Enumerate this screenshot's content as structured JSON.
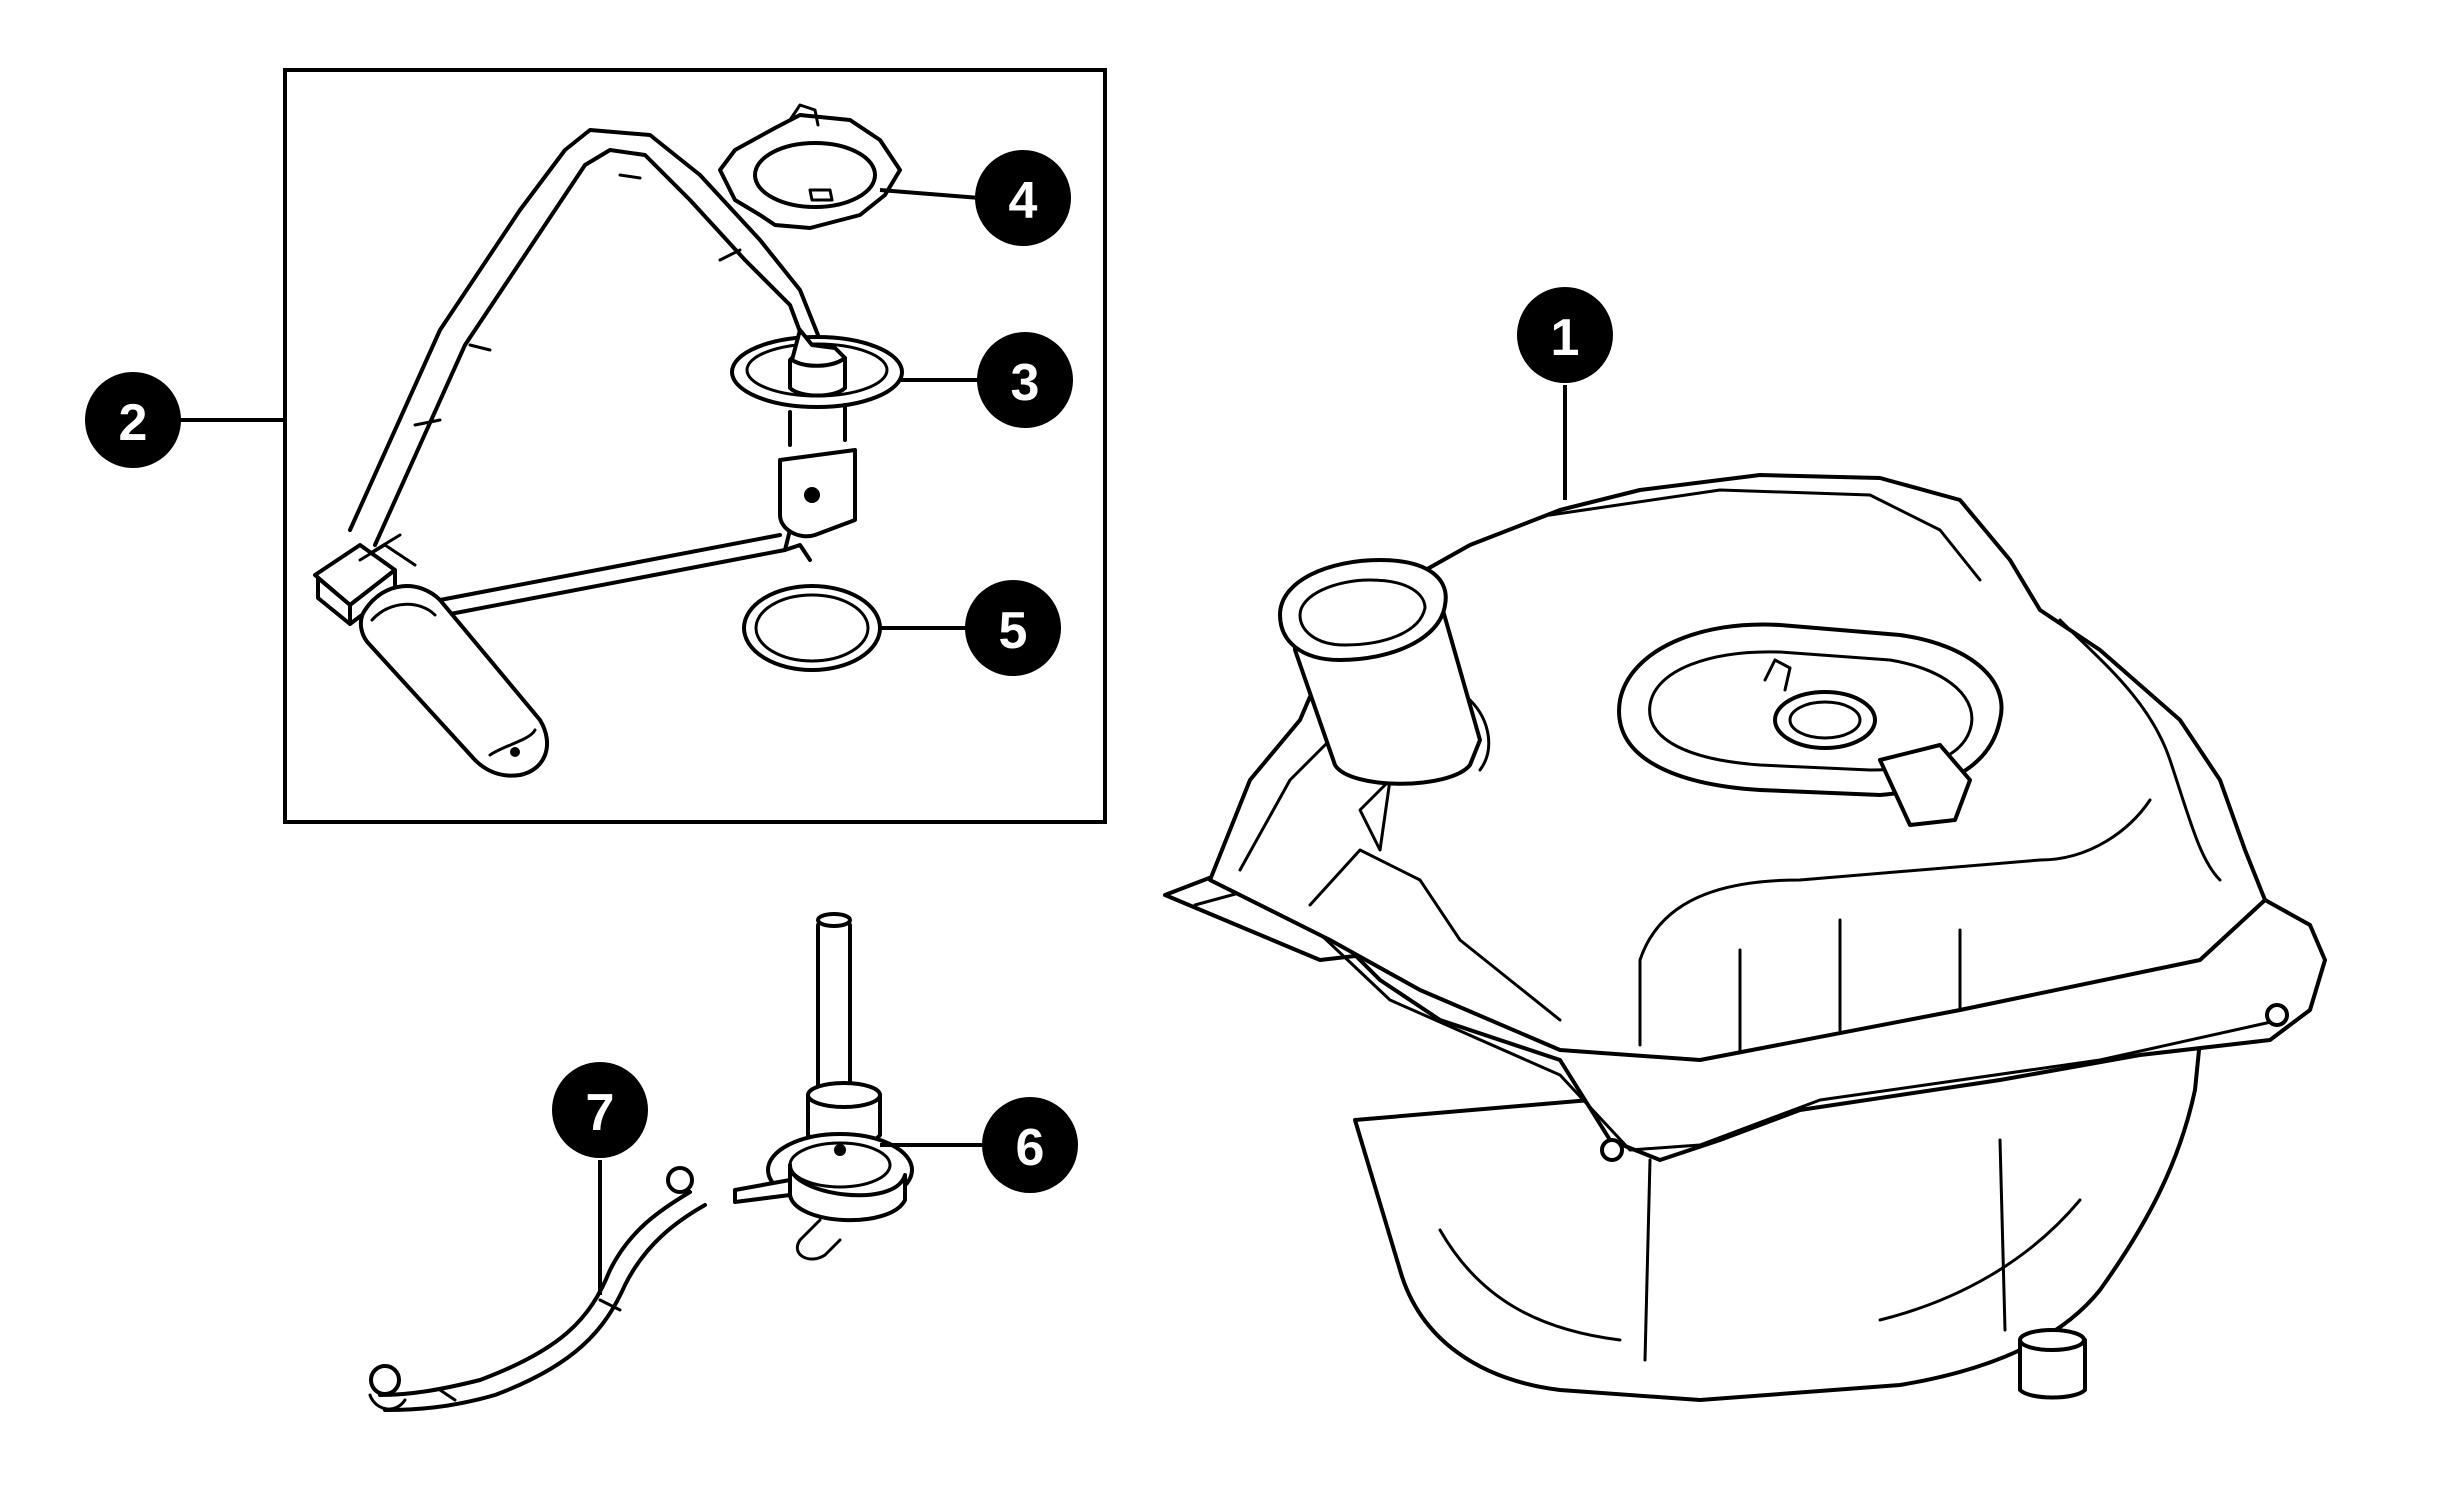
{
  "diagram": {
    "callouts": [
      {
        "id": "1",
        "label": "1"
      },
      {
        "id": "2",
        "label": "2"
      },
      {
        "id": "3",
        "label": "3"
      },
      {
        "id": "4",
        "label": "4"
      },
      {
        "id": "5",
        "label": "5"
      },
      {
        "id": "6",
        "label": "6"
      },
      {
        "id": "7",
        "label": "7"
      }
    ],
    "colors": {
      "ink": "#000000",
      "paper": "#ffffff",
      "callout_text": "#ffffff"
    }
  }
}
